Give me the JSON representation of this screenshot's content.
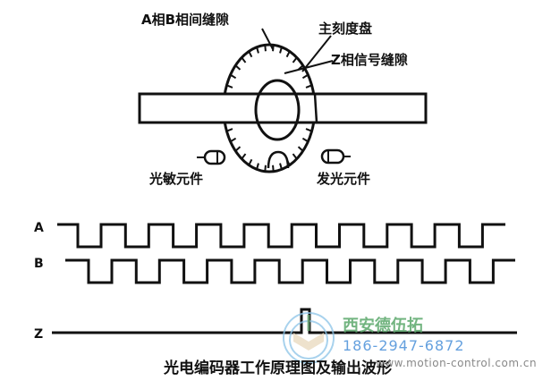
{
  "labels": {
    "ab_slit": "A相B相间缝隙",
    "main_disk": "主刻度盘",
    "z_slit": "Z相信号缝隙",
    "photo_sensor": "光敏元件",
    "light_emitter": "发光元件"
  },
  "signals": [
    {
      "name": "A"
    },
    {
      "name": "B"
    },
    {
      "name": "Z"
    }
  ],
  "caption": "光电编码器工作原理图及输出波形",
  "watermark": {
    "company": "西安德伍拓",
    "phone": "186-2947-6872",
    "website": "www.motion-control.com.cn",
    "colors": {
      "company": "#5aa86a",
      "phone": "#4a90d9",
      "website": "#888888"
    }
  }
}
